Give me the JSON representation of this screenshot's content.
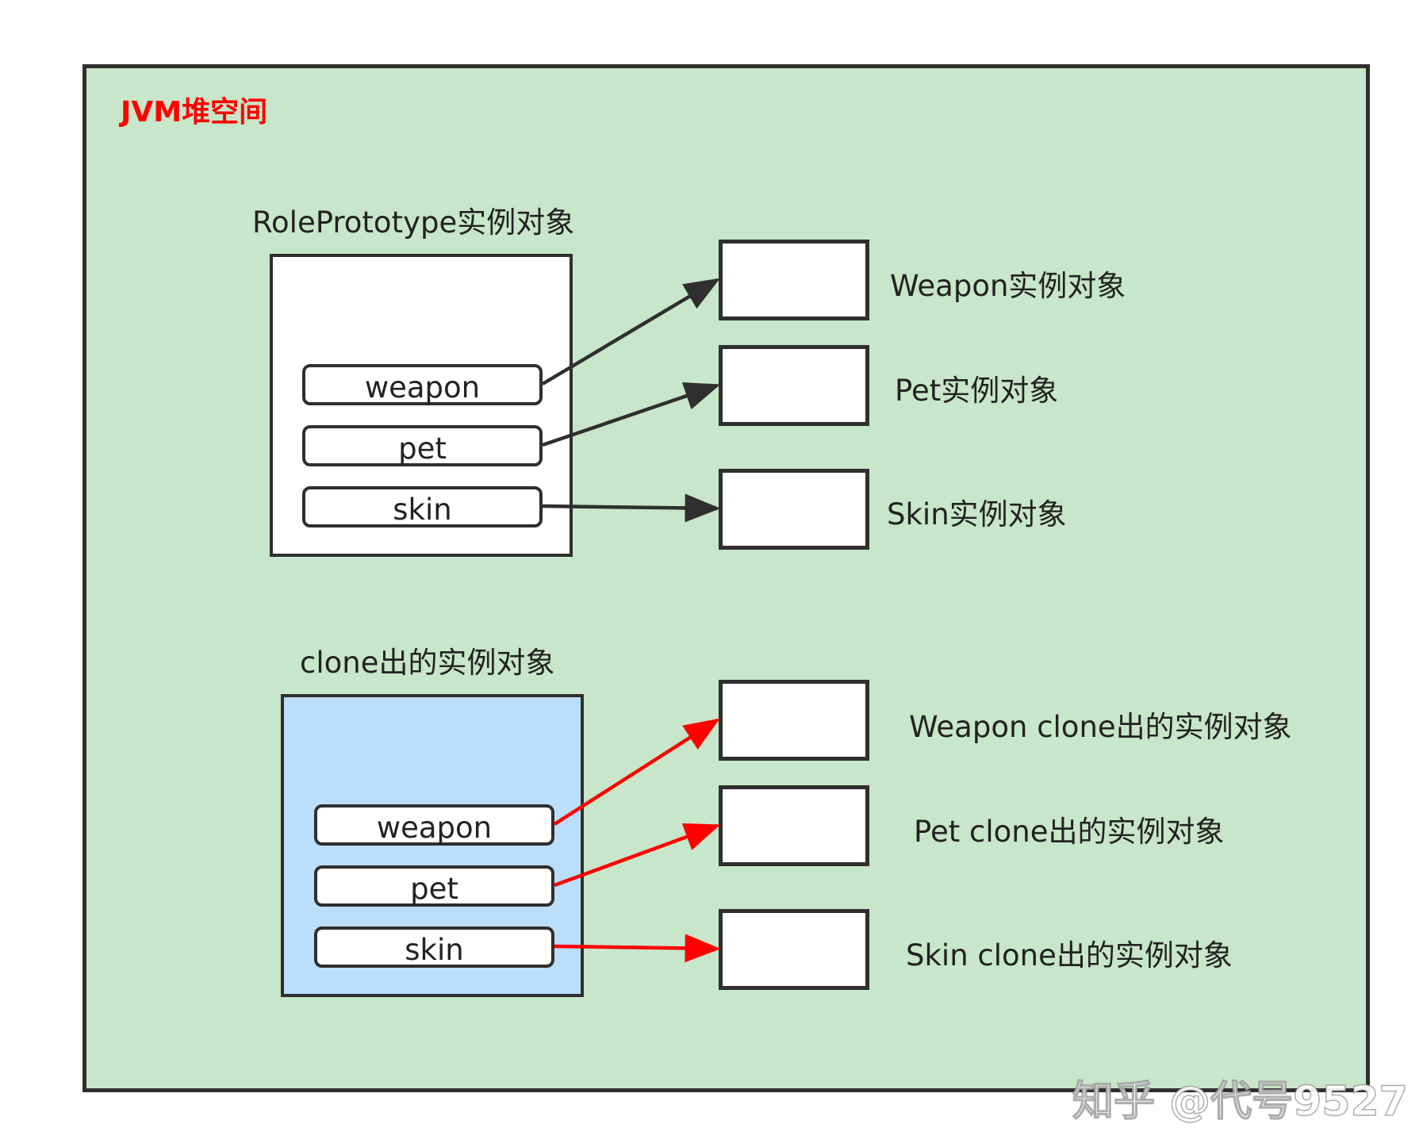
{
  "heap": {
    "title": "JVM堆空间",
    "title_color": "#ff0000",
    "background": "#c8e6c9"
  },
  "original": {
    "label": "RolePrototype实例对象",
    "fields": [
      "weapon",
      "pet",
      "skin"
    ],
    "targets": [
      "Weapon实例对象",
      "Pet实例对象",
      "Skin实例对象"
    ],
    "arrow_color": "#2f2f2f"
  },
  "clone": {
    "label": "clone出的实例对象",
    "fields": [
      "weapon",
      "pet",
      "skin"
    ],
    "targets": [
      "Weapon clone出的实例对象",
      "Pet clone出的实例对象",
      "Skin clone出的实例对象"
    ],
    "arrow_color": "#ff0000",
    "background": "#bbdefb"
  },
  "watermark": "知乎 @代号9527"
}
